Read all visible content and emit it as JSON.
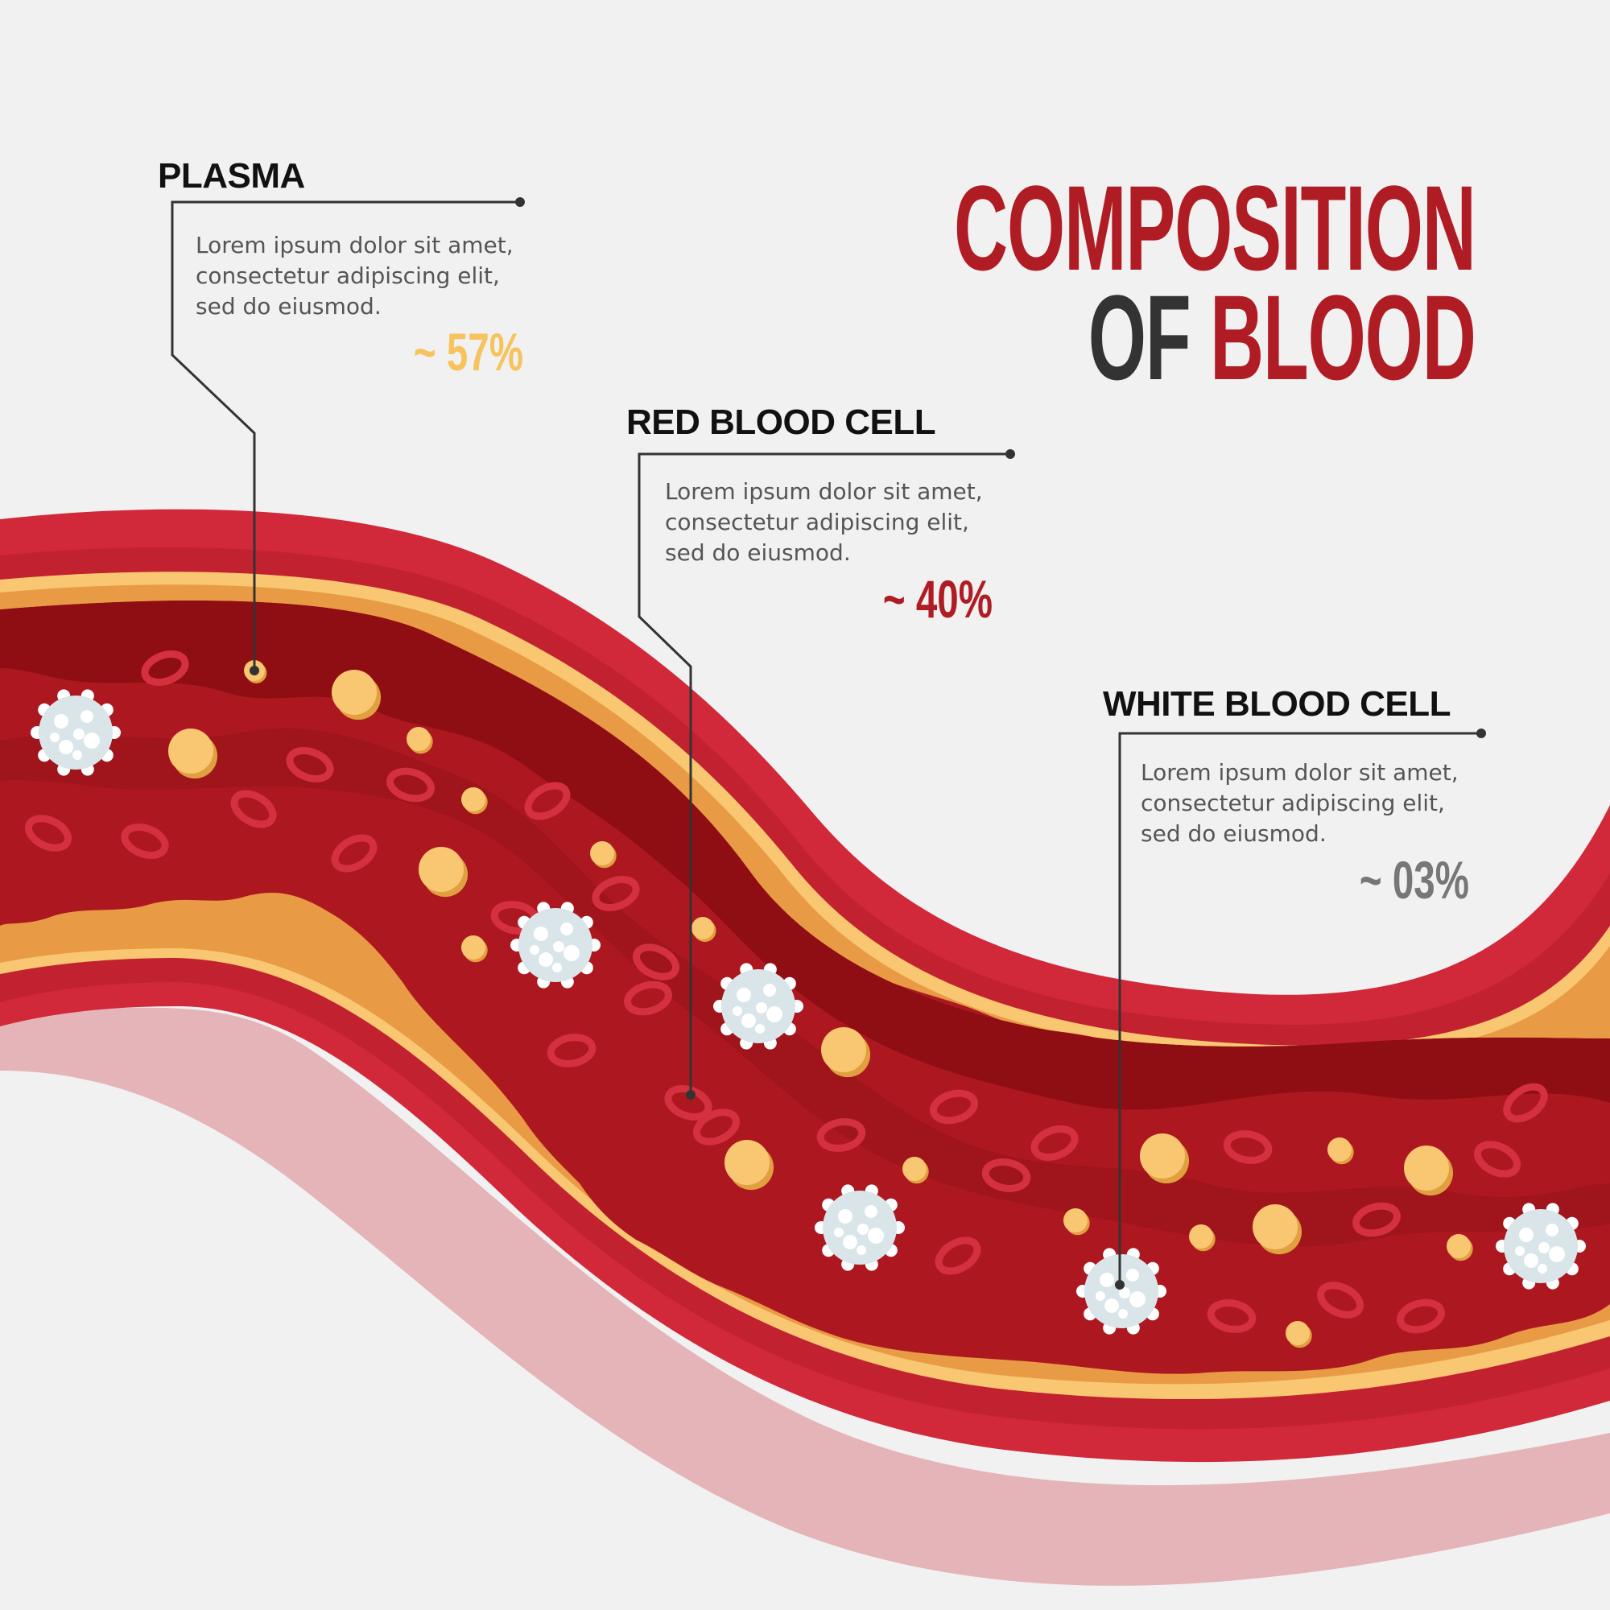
{
  "title": {
    "line1": "COMPOSITION",
    "line2_word1": "OF",
    "line2_word2": "BLOOD"
  },
  "components": [
    {
      "label": "PLASMA",
      "description": [
        "Lorem ipsum dolor sit amet,",
        "consectetur adipiscing elit,",
        "sed do eiusmod."
      ],
      "percentage": "~ 57%"
    },
    {
      "label": "RED BLOOD CELL",
      "description": [
        "Lorem ipsum dolor sit amet,",
        "consectetur adipiscing elit,",
        "sed do eiusmod."
      ],
      "percentage": "~ 40%"
    },
    {
      "label": "WHITE BLOOD CELL",
      "description": [
        "Lorem ipsum dolor sit amet,",
        "consectetur adipiscing elit,",
        "sed do eiusmod."
      ],
      "percentage": "~ 03%"
    }
  ],
  "colors": {
    "background": "#f1f1f1",
    "title_red": "#b01c24",
    "title_dark": "#333333",
    "plasma_pct": "#f7c35e",
    "rbc_pct": "#b01c24",
    "wbc_pct": "#777777",
    "vessel_outer": "#d1283a",
    "vessel_fat": "#e89a45",
    "vessel_yellow": "#f9c671",
    "blood_dark": "#8f0e14",
    "blood_mid": "#ad1820",
    "rbc_outline": "#d4303f",
    "platelet": "#f9c671",
    "wbc": "#d9e5e8",
    "shadow": "#e4b4b8",
    "leader_line": "#333333"
  }
}
